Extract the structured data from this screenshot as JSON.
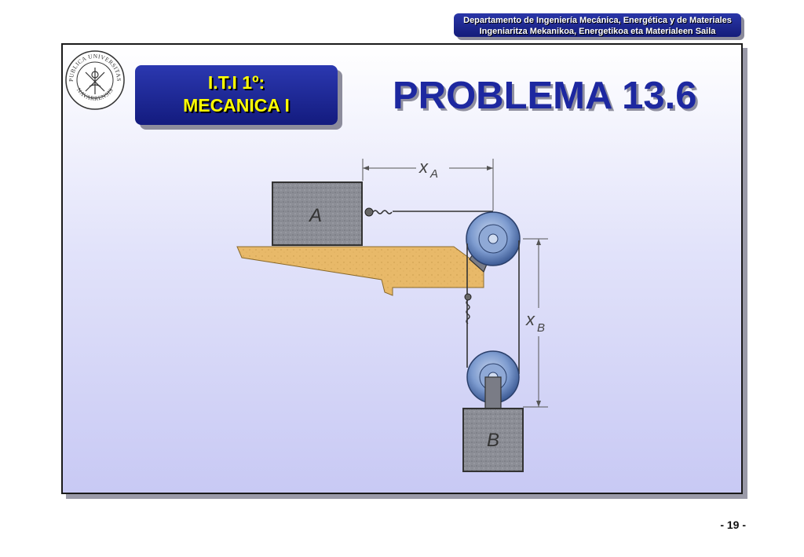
{
  "header": {
    "department_line1": "Departamento de Ingeniería Mecánica, Energética y de Materiales",
    "department_line2": "Ingeniaritza  Mekanikoa, Energetikoa eta Materialeen Saila"
  },
  "logo": {
    "text_top": "PUBLICA UNIVERSITAS",
    "text_bottom": "NAVARRENSIS"
  },
  "course": {
    "line1": "I.T.I 1º:",
    "line2": "MECANICA I"
  },
  "slide": {
    "title": "PROBLEMA 13.6"
  },
  "figure": {
    "block_a_label": "A",
    "block_b_label": "B",
    "dim_a_label": "x",
    "dim_a_sub": "A",
    "dim_b_label": "x",
    "dim_b_sub": "B"
  },
  "footer": {
    "page_number": "- 19 -"
  },
  "colors": {
    "header_blue": "#1d28a0",
    "course_text": "#ffff00",
    "block_gray": "#8c8e96",
    "table_tan": "#e8b969",
    "pulley_blue": "#6e8fc4"
  }
}
